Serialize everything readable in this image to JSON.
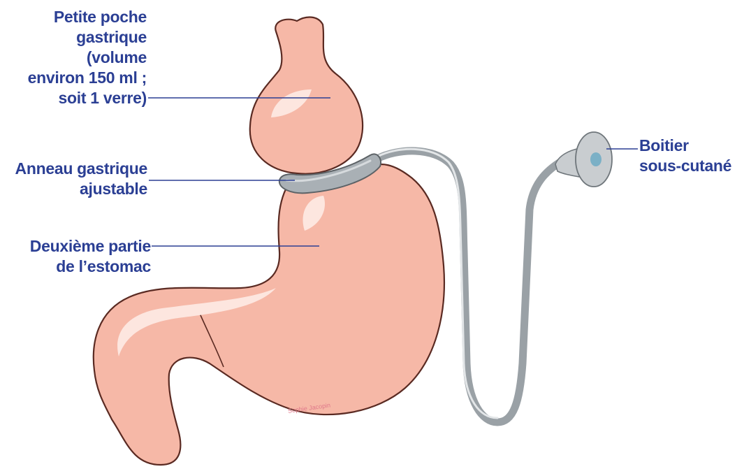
{
  "colors": {
    "label_text": "#2b3f94",
    "leader_line": "#2b3f94",
    "stomach_fill": "#f6b8a7",
    "stomach_outline": "#5a2a22",
    "highlight": "#fde6df",
    "band_fill": "#a9b0b5",
    "tube": "#9aa1a6",
    "port_fill": "#c9cdd0",
    "port_center": "#7bb0c6",
    "signature": "#e0798a"
  },
  "labels": {
    "pouch": [
      "Petite poche",
      "gastrique",
      "(volume",
      "environ 150 ml ;",
      "soit 1 verre)"
    ],
    "band": [
      "Anneau gastrique",
      "ajustable"
    ],
    "stomach": [
      "Deuxième partie",
      "de l’estomac"
    ],
    "port": [
      "Boitier",
      "sous-cutané"
    ]
  },
  "signature": "Sophie Jacopin"
}
